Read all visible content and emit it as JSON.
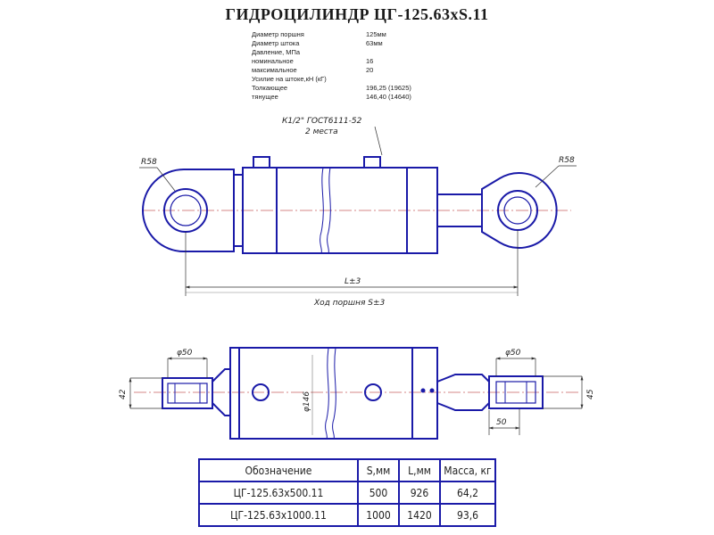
{
  "title": "ГИДРОЦИЛИНДР  ЦГ-125.63хS.11",
  "specs": [
    {
      "label": "Диаметр поршня",
      "value": "125мм"
    },
    {
      "label": "Диаметр штока",
      "value": "63мм"
    },
    {
      "label": "Давление, МПа",
      "value": ""
    },
    {
      "label": "номинальное",
      "value": "16"
    },
    {
      "label": "максимальное",
      "value": "20"
    },
    {
      "label": "Усилие на штоке,кН (кГ)",
      "value": ""
    },
    {
      "label": "Толкающее",
      "value": "196,25 (19625)"
    },
    {
      "label": "тянущее",
      "value": "146,40 (14640)"
    }
  ],
  "drawing": {
    "port_note_1": "К1/2\" ГОСТ6111-52",
    "port_note_2": "2 места",
    "radius_left": "R58",
    "radius_right": "R58",
    "length_dim": "L±3",
    "stroke_dim": "Ход поршня S±3",
    "bore_left": "φ50",
    "bore_right": "φ50",
    "body_dia": "φ146",
    "width_left": "42",
    "width_right": "45",
    "offset_right": "50"
  },
  "colors": {
    "line": "#1a1aa8",
    "dim": "#333333",
    "center": "#c86060"
  },
  "table": {
    "headers": [
      "Обозначение",
      "S,мм",
      "L,мм",
      "Масса, кг"
    ],
    "rows": [
      [
        "ЦГ-125.63х500.11",
        "500",
        "926",
        "64,2"
      ],
      [
        "ЦГ-125.63х1000.11",
        "1000",
        "1420",
        "93,6"
      ]
    ]
  }
}
